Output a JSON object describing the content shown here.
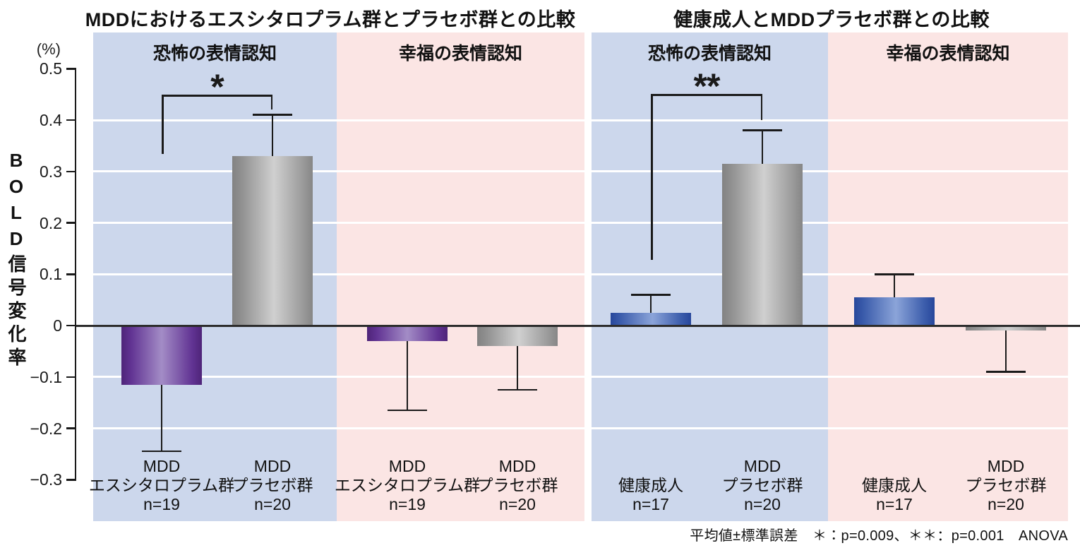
{
  "figure": {
    "left_title": "MDDにおけるエスシタロプラム群とプラセボ群との比較",
    "right_title": "健康成人とMDDプラセボ群との比較",
    "unit_label": "(%)",
    "y_axis_label": "BOLD信号変化率",
    "footnote": "平均値±標準誤差　＊：p=0.009、＊＊：p=0.001　ANOVA"
  },
  "colors": {
    "panel_blue_bg": "#ccd7ec",
    "panel_pink_bg": "#fbe5e4",
    "bar_purple_edge": "#4e2478",
    "bar_purple_center": "#a38cc6",
    "bar_gray_edge": "#868686",
    "bar_gray_center": "#d0d0d0",
    "bar_blue_edge": "#27479b",
    "bar_blue_center": "#8ba4d9",
    "line_color": "#1a1a1a",
    "grid_color": "#ffffff"
  },
  "chart_data": {
    "type": "bar",
    "title_left": "MDDにおけるエスシタロプラム群とプラセボ群との比較",
    "title_right": "健康成人とMDDプラセボ群との比較",
    "ylabel": "BOLD信号変化率",
    "unit": "(%)",
    "ylim": [
      -0.3,
      0.5
    ],
    "grid_on": true,
    "yticks": [
      {
        "v": 0.5,
        "label": "0.5"
      },
      {
        "v": 0.4,
        "label": "0.4"
      },
      {
        "v": 0.3,
        "label": "0.3"
      },
      {
        "v": 0.2,
        "label": "0.2"
      },
      {
        "v": 0.1,
        "label": "0.1"
      },
      {
        "v": 0,
        "label": "0"
      },
      {
        "v": -0.1,
        "label": "−0.1"
      },
      {
        "v": -0.2,
        "label": "−0.2"
      },
      {
        "v": -0.3,
        "label": "−0.3"
      }
    ],
    "grid_values": [
      0.4,
      0.3,
      0.2,
      0.1,
      -0.1,
      -0.2
    ],
    "panels": [
      {
        "chart": "MDDにおけるエスシタロプラム群とプラセボ群との比較",
        "header": "恐怖の表情認知",
        "bg": "blue",
        "significance": "*",
        "bars": [
          {
            "labels": [
              "MDD",
              "エスシタロプラム群",
              "n=19"
            ],
            "value": -0.115,
            "error_to": -0.245,
            "color": "purple"
          },
          {
            "labels": [
              "MDD",
              "プラセボ群",
              "n=20"
            ],
            "value": 0.33,
            "error_to": 0.41,
            "color": "gray"
          }
        ]
      },
      {
        "chart": "MDDにおけるエスシタロプラム群とプラセボ群との比較",
        "header": "幸福の表情認知",
        "bg": "pink",
        "significance": null,
        "bars": [
          {
            "labels": [
              "MDD",
              "エスシタロプラム群",
              "n=19"
            ],
            "value": -0.03,
            "error_to": -0.165,
            "color": "purple"
          },
          {
            "labels": [
              "MDD",
              "プラセボ群",
              "n=20"
            ],
            "value": -0.04,
            "error_to": -0.125,
            "color": "gray"
          }
        ]
      },
      {
        "chart": "健康成人とMDDプラセボ群との比較",
        "header": "恐怖の表情認知",
        "bg": "blue",
        "significance": "**",
        "bars": [
          {
            "labels": [
              "健康成人",
              "n=17"
            ],
            "value": 0.025,
            "error_to": 0.06,
            "color": "blue"
          },
          {
            "labels": [
              "MDD",
              "プラセボ群",
              "n=20"
            ],
            "value": 0.315,
            "error_to": 0.38,
            "color": "gray"
          }
        ]
      },
      {
        "chart": "健康成人とMDDプラセボ群との比較",
        "header": "幸福の表情認知",
        "bg": "pink",
        "significance": null,
        "bars": [
          {
            "labels": [
              "健康成人",
              "n=17"
            ],
            "value": 0.055,
            "error_to": 0.1,
            "color": "blue"
          },
          {
            "labels": [
              "MDD",
              "プラセボ群",
              "n=20"
            ],
            "value": -0.01,
            "error_to": -0.09,
            "color": "gray"
          }
        ]
      }
    ],
    "stats_note": "平均値±標準誤差　＊：p=0.009、＊＊：p=0.001　ANOVA"
  }
}
